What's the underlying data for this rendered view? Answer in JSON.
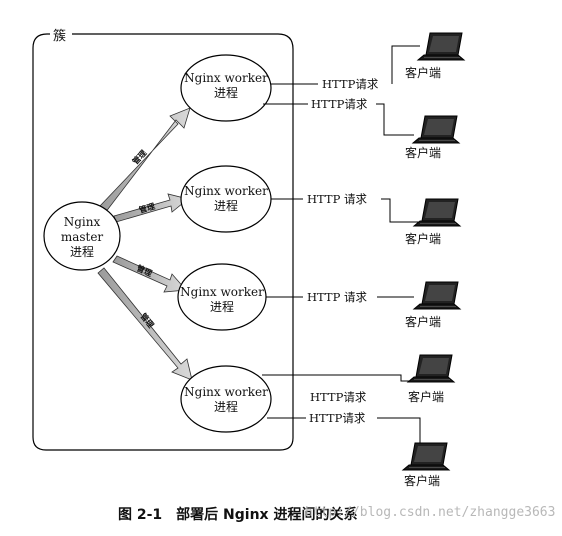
{
  "cluster": {
    "label": "簇"
  },
  "master": {
    "lines": [
      "Nginx",
      "master",
      "进程"
    ]
  },
  "workers": [
    {
      "lines": [
        "Nginx worker",
        "进程"
      ]
    },
    {
      "lines": [
        "Nginx worker",
        "进程"
      ]
    },
    {
      "lines": [
        "Nginx worker",
        "进程"
      ]
    },
    {
      "lines": [
        "Nginx worker",
        "进程"
      ]
    }
  ],
  "manage_label": "管理",
  "requests": [
    "HTTP请求",
    "HTTP请求",
    "HTTP 请求",
    "HTTP 请求",
    "HTTP请求",
    "HTTP请求"
  ],
  "clients": [
    "客户端",
    "客户端",
    "客户端",
    "客户端",
    "客户端",
    "客户端"
  ],
  "caption": "图 2-1　部署后 Nginx 进程间的关系",
  "watermark": "http://blog.csdn.net/zhangge3663"
}
